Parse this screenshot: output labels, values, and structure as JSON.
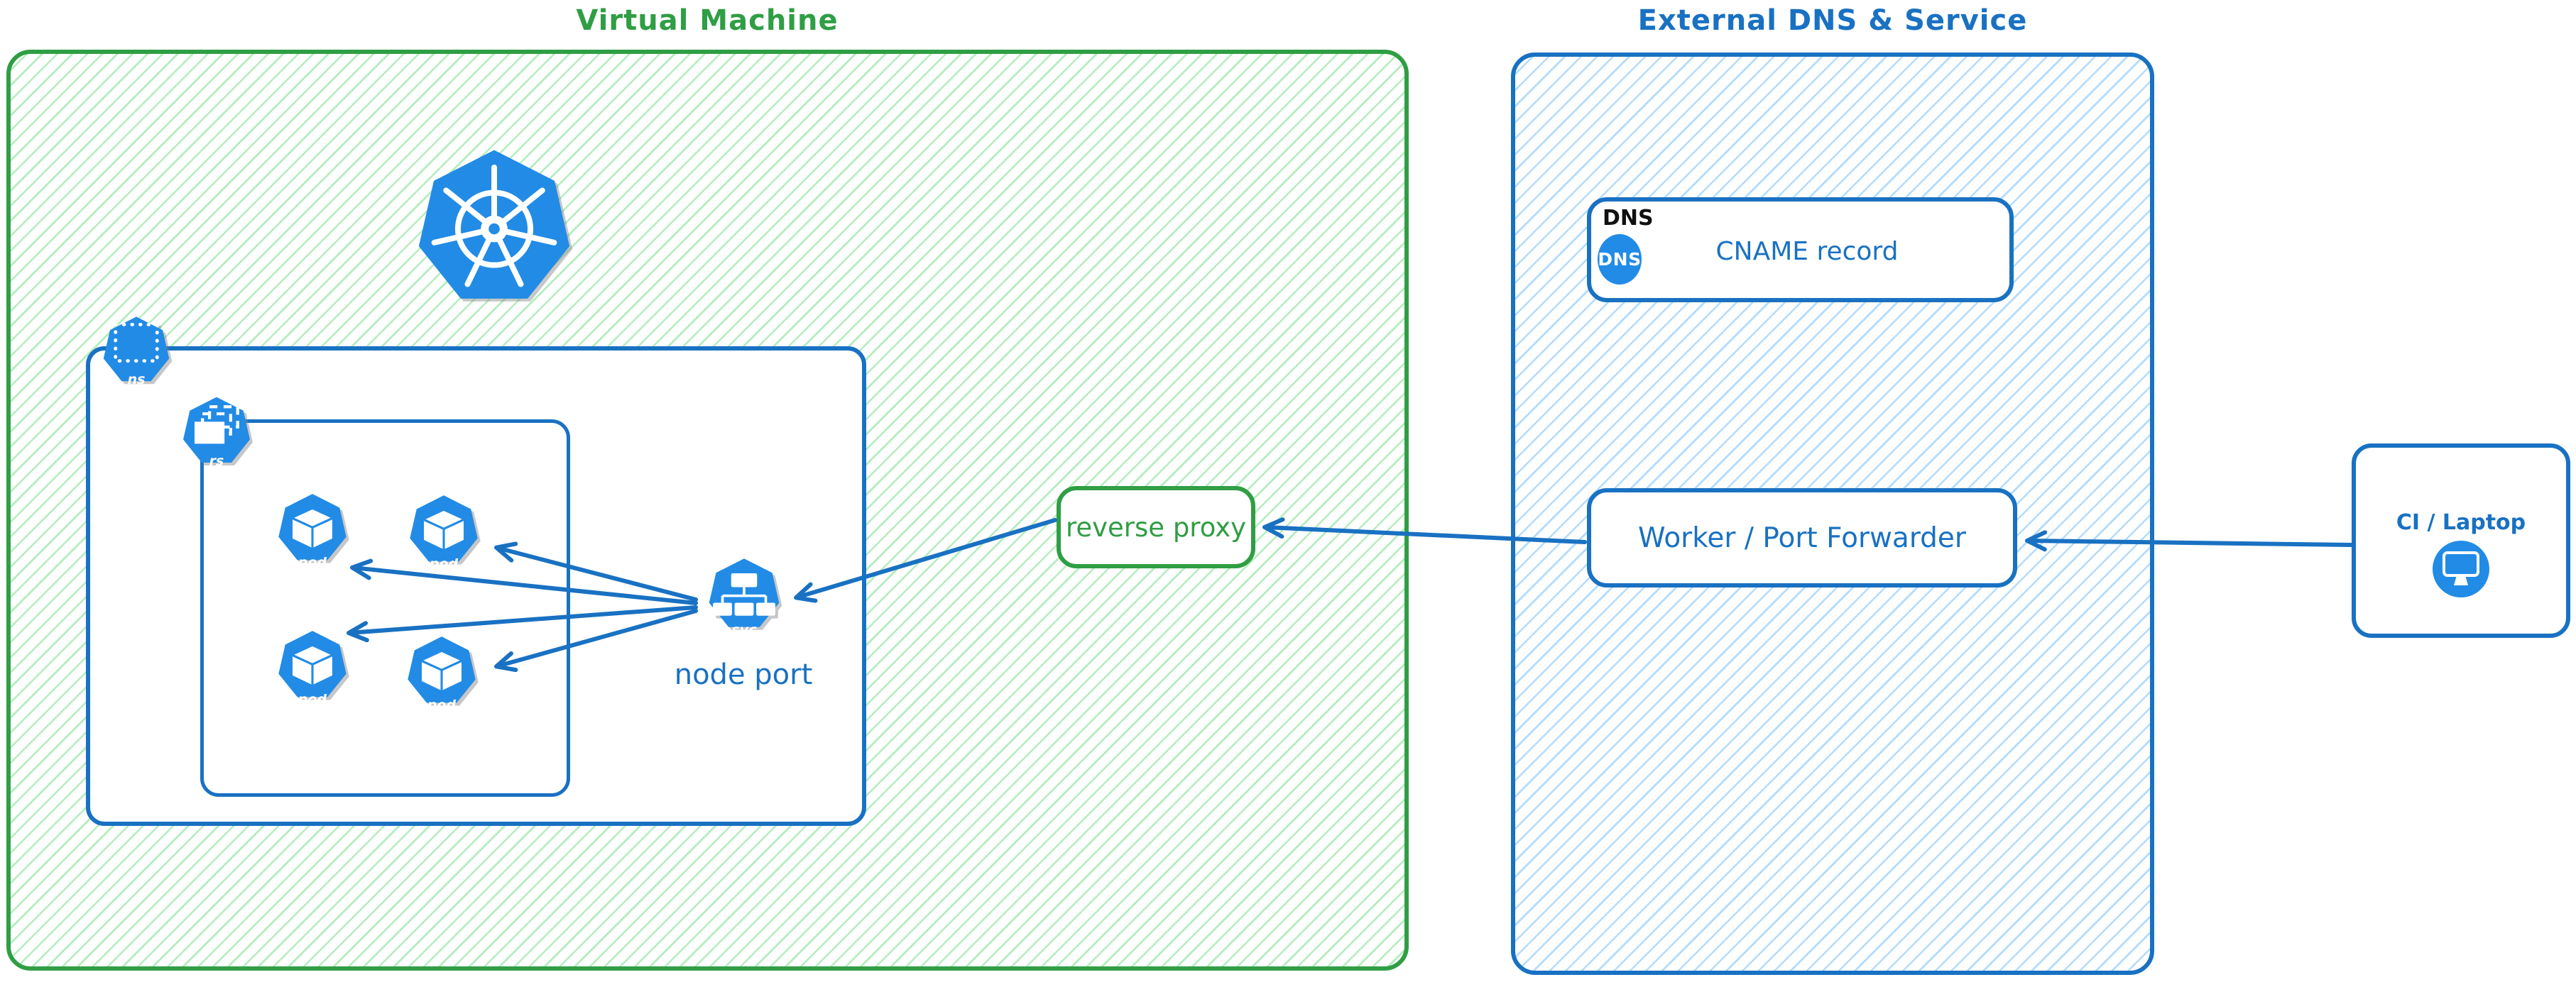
{
  "colors": {
    "green_stroke": "#2f9e44",
    "green_hatch": "#69db7c",
    "blue_stroke": "#1971c2",
    "blue_hatch": "#74c0fc",
    "icon_fill_blue": "#228be6",
    "black_text": "#111111",
    "background": "#ffffff"
  },
  "virtual_machine": {
    "title": "Virtual Machine",
    "kubernetes_logo": "kubernetes",
    "namespace_icon_label": "ns",
    "replicaset_icon_label": "rs",
    "pod_labels": [
      "pod",
      "pod",
      "pod",
      "pod"
    ],
    "service": {
      "icon_label": "svc",
      "caption": "node port"
    },
    "reverse_proxy_label": "reverse proxy"
  },
  "external_dns_service": {
    "title": "External DNS & Service",
    "dns_record": {
      "tag": "DNS",
      "badge": "DNS",
      "label": "CNAME record"
    },
    "worker_label": "Worker / Port Forwarder"
  },
  "ci_laptop": {
    "label": "CI / Laptop"
  }
}
